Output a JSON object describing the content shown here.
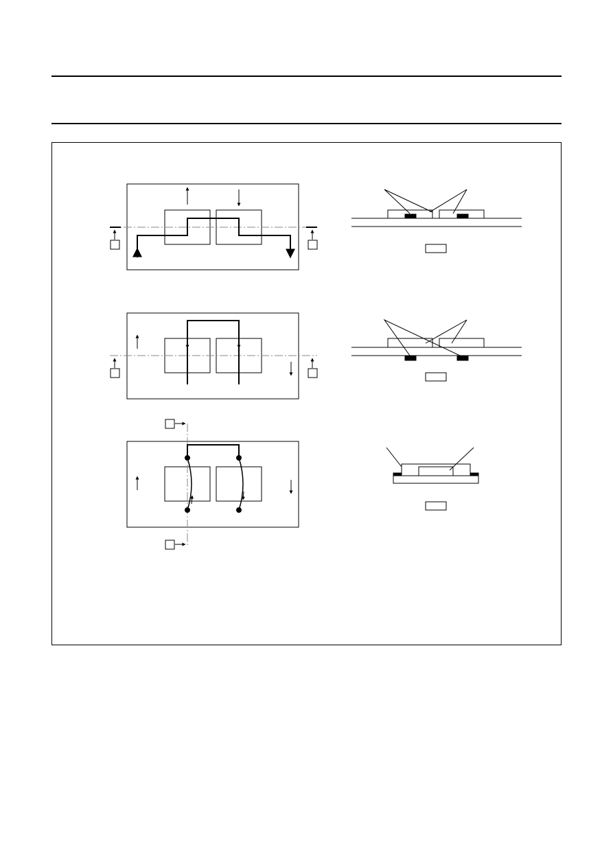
{
  "page": {
    "header_text": "",
    "figure_caption": ""
  },
  "figure": {
    "views": [
      {
        "id": "top-view-1",
        "label": ""
      },
      {
        "id": "top-view-2",
        "label": ""
      },
      {
        "id": "top-view-3",
        "label": ""
      },
      {
        "id": "section-view-1",
        "label": ""
      },
      {
        "id": "section-view-2",
        "label": ""
      },
      {
        "id": "section-view-3",
        "label": ""
      }
    ],
    "colors": {
      "line": "#000000",
      "centerline": "#888888",
      "background": "#ffffff"
    }
  }
}
